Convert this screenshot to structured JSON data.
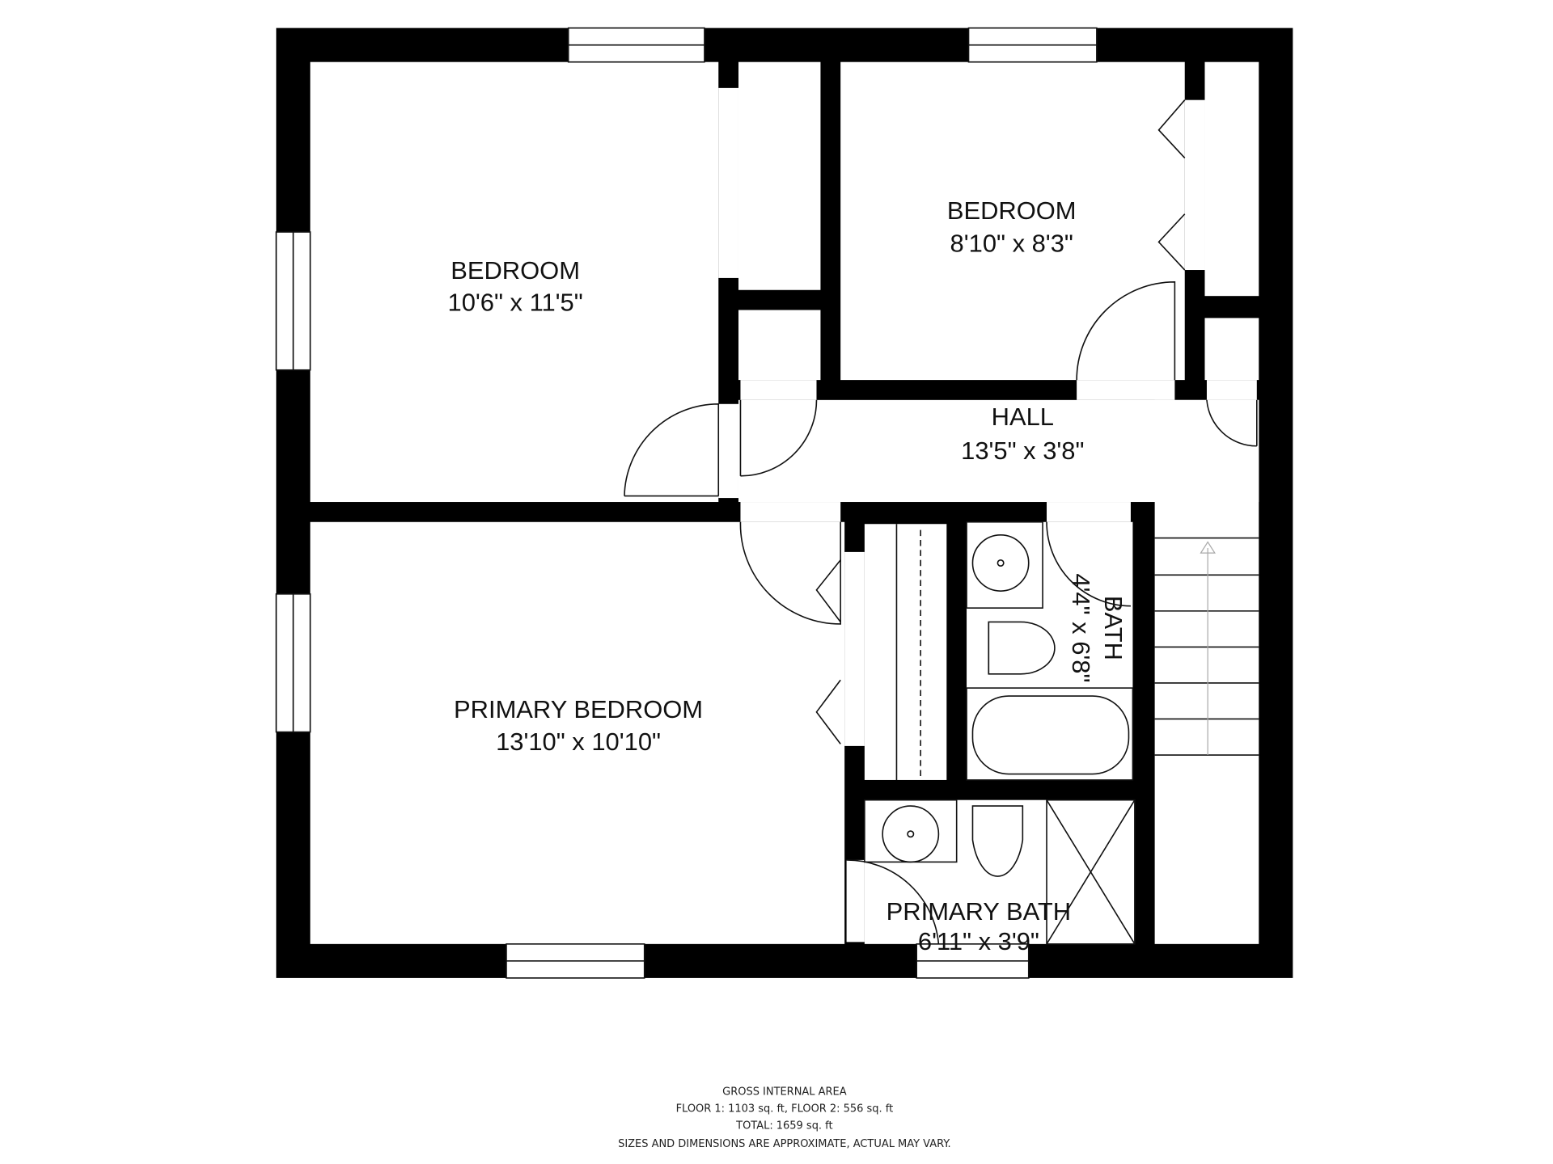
{
  "rooms": [
    {
      "name": "BEDROOM",
      "size": "10'6\" x 11'5\""
    },
    {
      "name": "BEDROOM",
      "size": "8'10\" x 8'3\""
    },
    {
      "name": "HALL",
      "size": "13'5\" x 3'8\""
    },
    {
      "name": "PRIMARY BEDROOM",
      "size": "13'10\" x 10'10\""
    },
    {
      "name": "BATH",
      "size": "4'4\" x 6'8\""
    },
    {
      "name": "PRIMARY BATH",
      "size": "6'11\" x 3'9\""
    }
  ],
  "footer": {
    "title": "GROSS INTERNAL AREA",
    "floors": "FLOOR 1: 1103 sq. ft, FLOOR 2: 556 sq. ft",
    "total": "TOTAL: 1659 sq. ft",
    "disclaimer": "SIZES AND DIMENSIONS ARE APPROXIMATE, ACTUAL MAY VARY."
  }
}
